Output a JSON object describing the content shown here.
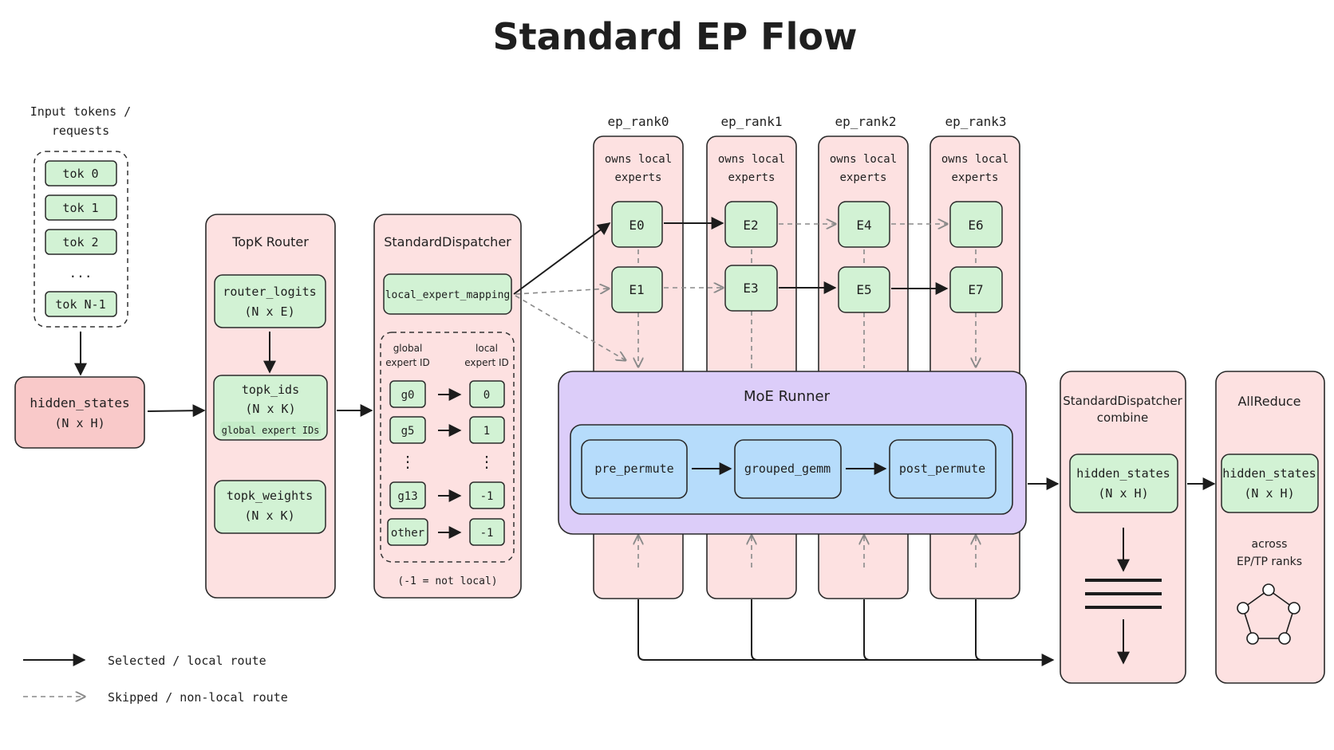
{
  "title": "Standard EP Flow",
  "input": {
    "label_line1": "Input tokens /",
    "label_line2": "requests",
    "tokens": [
      "tok 0",
      "tok 1",
      "tok 2",
      "...",
      "tok N-1"
    ]
  },
  "hidden_states": {
    "name": "hidden_states",
    "shape": "(N x H)"
  },
  "router": {
    "title": "TopK Router",
    "logits": {
      "name": "router_logits",
      "shape": "(N x E)"
    },
    "ids": {
      "name": "topk_ids",
      "shape": "(N x K)",
      "note": "global expert IDs"
    },
    "weights": {
      "name": "topk_weights",
      "shape": "(N x K)"
    }
  },
  "dispatcher": {
    "title": "StandardDispatcher",
    "mapping": "local_expert_mapping",
    "global_header_1": "global",
    "global_header_2": "expert ID",
    "local_header_1": "local",
    "local_header_2": "expert ID",
    "global_ids": [
      "g0",
      "g5",
      "⋮",
      "g13",
      "other"
    ],
    "local_ids": [
      "0",
      "1",
      "⋮",
      "-1",
      "-1"
    ],
    "footnote": "(-1 = not local)"
  },
  "ranks": [
    {
      "name": "ep_rank0",
      "desc1": "owns local",
      "desc2": "experts",
      "experts": [
        "E0",
        "E1"
      ]
    },
    {
      "name": "ep_rank1",
      "desc1": "owns local",
      "desc2": "experts",
      "experts": [
        "E2",
        "E3"
      ]
    },
    {
      "name": "ep_rank2",
      "desc1": "owns local",
      "desc2": "experts",
      "experts": [
        "E4",
        "E5"
      ]
    },
    {
      "name": "ep_rank3",
      "desc1": "owns local",
      "desc2": "experts",
      "experts": [
        "E6",
        "E7"
      ]
    }
  ],
  "moe_runner": {
    "title": "MoE Runner",
    "steps": [
      "pre_permute",
      "grouped_gemm",
      "post_permute"
    ]
  },
  "combine": {
    "title_line1": "StandardDispatcher",
    "title_line2": "combine",
    "name": "hidden_states",
    "shape": "(N x H)"
  },
  "allreduce": {
    "title": "AllReduce",
    "name": "hidden_states",
    "shape": "(N x H)",
    "note_line1": "across",
    "note_line2": "EP/TP ranks"
  },
  "legend": {
    "solid": "Selected / local route",
    "dashed": "Skipped / non-local route"
  }
}
